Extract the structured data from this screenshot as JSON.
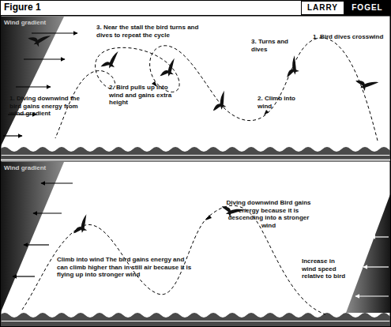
{
  "diagram": {
    "title": "Figure 1",
    "nodes": [
      {
        "text": [
          "LARRY"
        ]
      },
      {
        "text": [
          "FOGEL"
        ]
      },
      {
        "text": [
          "Wind gradient"
        ]
      },
      {
        "text": [
          "Wind gradient"
        ]
      }
    ],
    "labels": [
      "3. Near the stall the bird turns and dives to repeat the cycle",
      "1. Diving downwind the bird gains energy from wind gradient",
      "2. Bird pulls up into wind and gains extra height",
      "3. Turns and dives",
      "2. Climb into wind",
      "1. Bird dives crosswind",
      "Diving downwind Bird gains energy because it is descending into a stronger wind",
      "Climb into wind The bird gains energy and can climb higher than in still air because it is flying up into stronger wind",
      "Increase in wind speed relative to bird"
    ]
  }
}
